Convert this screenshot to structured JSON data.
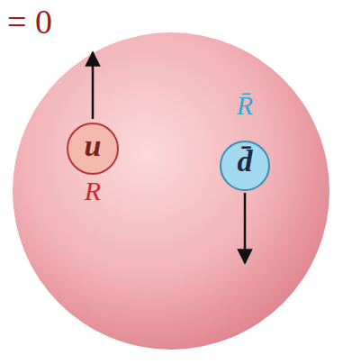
{
  "diagram": {
    "nodes": [
      {
        "text": [
          "u",
          "R"
        ]
      },
      {
        "text": [
          "R̄",
          "d̄"
        ]
      }
    ],
    "labels": [
      "= 0"
    ]
  }
}
